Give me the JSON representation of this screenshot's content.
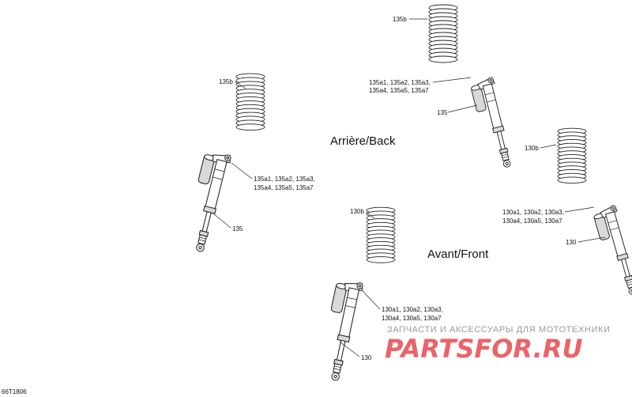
{
  "sections": {
    "rear": "Arrière/Back",
    "front": "Avant/Front"
  },
  "callouts": {
    "rear_left": {
      "spring": "135b",
      "kit_line1": "135a1, 135a2, 135a3,",
      "kit_line2": "135a4, 135a5, 135a7",
      "shock": "135"
    },
    "rear_right": {
      "spring": "135b",
      "kit_line1": "135a1, 135a2, 135a3,",
      "kit_line2": "135a4, 135a5, 135a7",
      "shock": "135"
    },
    "front_left": {
      "spring": "130b",
      "kit_line1": "130a1, 130a2, 130a3,",
      "kit_line2": "130a4, 130a5, 130a7",
      "shock": "130"
    },
    "front_right": {
      "spring": "130b",
      "kit_line1": "130a1, 130a2, 130a3,",
      "kit_line2": "130a4, 130a5, 130a7",
      "shock": "130"
    }
  },
  "figure_code": "66T1806",
  "watermark": {
    "caption": "ЗАПЧАСТИ И АКСЕССУАРЫ ДЛЯ МОТОТЕХНИКИ",
    "logo": "PARTSFOR.RU",
    "logo_color": "#e8484f"
  }
}
